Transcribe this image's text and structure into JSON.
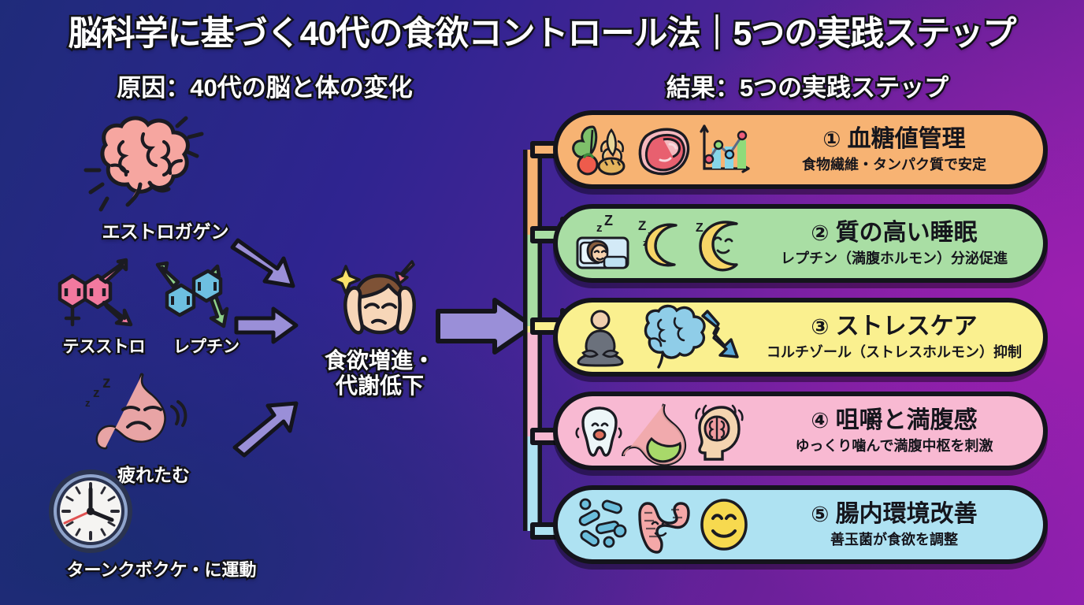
{
  "title": "脳科学に基づく40代の食欲コントロール法｜5つの実践ステップ",
  "sections": {
    "cause_header": "原因：40代の脳と体の変化",
    "result_header": "結果：5つの実践ステップ"
  },
  "causes": [
    {
      "id": "estrogen",
      "label": "エストロガゲン",
      "icon": "brain-icon"
    },
    {
      "id": "testosterone",
      "label": "テスストロ",
      "icon": "molecule-pink-icon"
    },
    {
      "id": "leptin",
      "label": "レプチン",
      "icon": "molecule-blue-green-icon"
    },
    {
      "id": "stomach",
      "label": "疲れたむ",
      "icon": "tired-stomach-icon"
    },
    {
      "id": "clock",
      "label": "ターンクボクケ・に運動",
      "icon": "clock-icon"
    }
  ],
  "center": {
    "label_line1": "食欲増進・",
    "label_line2": "代謝低下",
    "icon": "stressed-person-icon"
  },
  "steps": [
    {
      "number": "①",
      "title": "血糖値管理",
      "subtitle": "食物繊維・タンパク質で安定",
      "color": "#F7B373",
      "icons": [
        "vegetables-icon",
        "meat-icon",
        "line-chart-icon"
      ]
    },
    {
      "number": "②",
      "title": "質の高い睡眠",
      "subtitle": "レプチン（満腹ホルモン）分泌促進",
      "color": "#A9DEA4",
      "icons": [
        "sleeping-person-icon",
        "crescent-moon-zzz-icon",
        "crescent-moon-face-icon"
      ]
    },
    {
      "number": "③",
      "title": "ストレスケア",
      "subtitle": "コルチゾール（ストレスホルモン）抑制",
      "color": "#FAF08F",
      "icons": [
        "meditation-icon",
        "brain-blue-icon",
        "down-arrow-icon"
      ]
    },
    {
      "number": "④",
      "title": "咀嚼と満腹感",
      "subtitle": "ゆっくり噛んで満腹中枢を刺激",
      "color": "#F8B9D2",
      "icons": [
        "tooth-icon",
        "stomach-icon",
        "head-brain-icon"
      ]
    },
    {
      "number": "⑤",
      "title": "腸内環境改善",
      "subtitle": "善玉菌が食欲を調整",
      "color": "#AEE2F2",
      "icons": [
        "bacteria-icon",
        "intestine-icon",
        "smiley-icon"
      ]
    }
  ],
  "palette": {
    "background_start": "#1f2b7a",
    "background_end": "#8d1fae",
    "arrow_purple": "#9a8fd8",
    "outline": "#14141c"
  }
}
